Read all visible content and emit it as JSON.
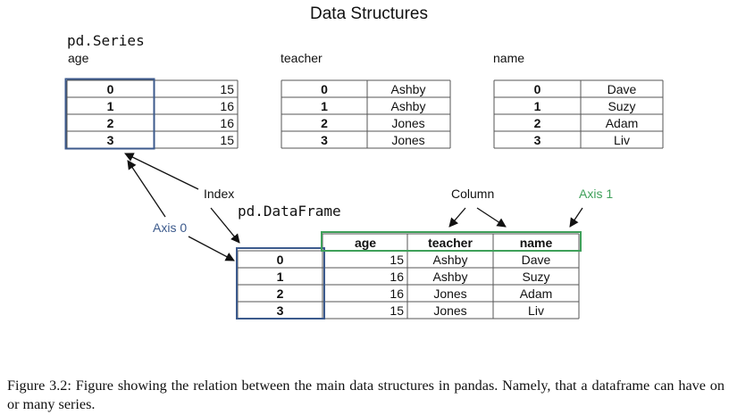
{
  "title": "Data Structures",
  "series_label": "pd.Series",
  "dataframe_label": "pd.DataFrame",
  "series": [
    {
      "name": "age",
      "index": [
        "0",
        "1",
        "2",
        "3"
      ],
      "values": [
        "15",
        "16",
        "16",
        "15"
      ]
    },
    {
      "name": "teacher",
      "index": [
        "0",
        "1",
        "2",
        "3"
      ],
      "values": [
        "Ashby",
        "Ashby",
        "Jones",
        "Jones"
      ]
    },
    {
      "name": "name",
      "index": [
        "0",
        "1",
        "2",
        "3"
      ],
      "values": [
        "Dave",
        "Suzy",
        "Adam",
        "Liv"
      ]
    }
  ],
  "dataframe": {
    "columns": [
      "age",
      "teacher",
      "name"
    ],
    "index": [
      "0",
      "1",
      "2",
      "3"
    ],
    "rows": [
      [
        "15",
        "Ashby",
        "Dave"
      ],
      [
        "16",
        "Ashby",
        "Suzy"
      ],
      [
        "16",
        "Jones",
        "Adam"
      ],
      [
        "15",
        "Jones",
        "Liv"
      ]
    ]
  },
  "annotations": {
    "index": "Index",
    "column": "Column",
    "axis0": "Axis 0",
    "axis1": "Axis 1"
  },
  "colors": {
    "index_box": "#3c5a8c",
    "column_box": "#3fa05a",
    "axis0_text": "#3c5a8c",
    "axis1_text": "#3fa05a",
    "grid": "#555555"
  },
  "caption": "Figure 3.2: Figure showing the relation between the main data structures in pandas. Namely, that a dataframe can have on or many series."
}
